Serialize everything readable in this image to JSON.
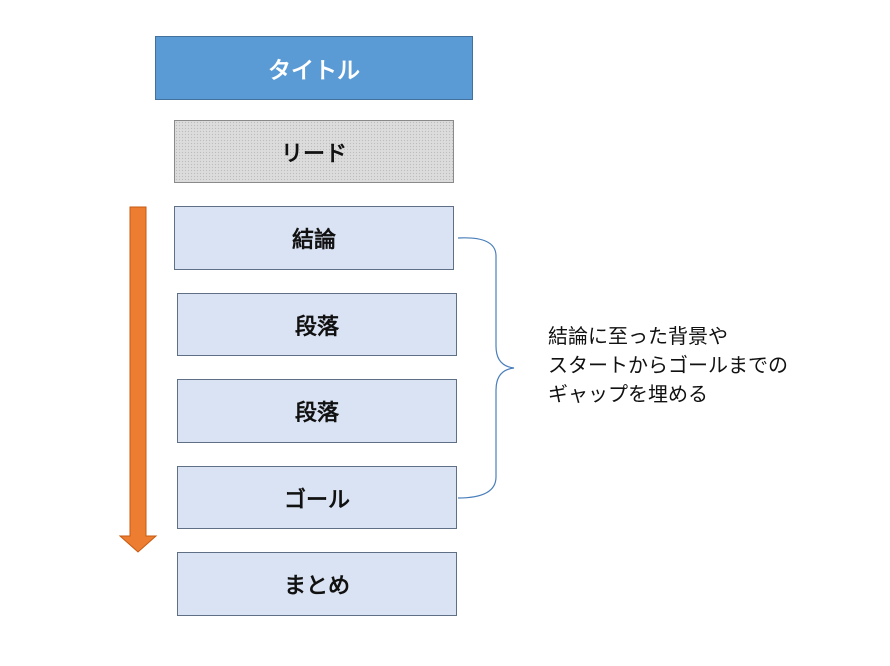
{
  "diagram": {
    "title_box": "タイトル",
    "lead_box": "リード",
    "blocks": [
      "結論",
      "段落",
      "段落",
      "ゴール",
      "まとめ"
    ],
    "annotation": [
      "結論に至った背景や",
      "スタートからゴールまでの",
      "ギャップを埋める"
    ]
  },
  "colors": {
    "title_fill": "#5b9bd5",
    "block_fill": "#dae3f3",
    "lead_fill": "#dcdcdc",
    "arrow": "#ed7d31",
    "brace": "#4a7ebb"
  }
}
